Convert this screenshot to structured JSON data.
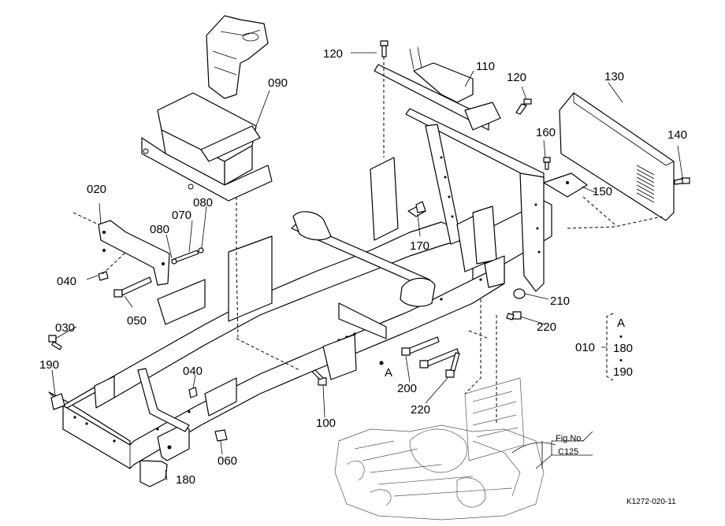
{
  "parts": {
    "p010": "010",
    "p020": "020",
    "p030": "030",
    "p040a": "040",
    "p040b": "040",
    "p050": "050",
    "p060": "060",
    "p070": "070",
    "p080a": "080",
    "p080b": "080",
    "p090": "090",
    "p100": "100",
    "p110": "110",
    "p120a": "120",
    "p120b": "120",
    "p130": "130",
    "p140": "140",
    "p150": "150",
    "p160": "160",
    "p170": "170",
    "p180": "180",
    "p190": "190",
    "p200": "200",
    "p210": "210",
    "p220a": "220",
    "p220b": "220"
  },
  "markers": {
    "a_frame": "A",
    "a_legend": "A"
  },
  "legend": {
    "item_180": "180",
    "item_190": "190",
    "bullet": "•"
  },
  "fig_ref": {
    "label": "Fig.No.",
    "number": "C125"
  },
  "drawing_code": "K1272-020-11"
}
